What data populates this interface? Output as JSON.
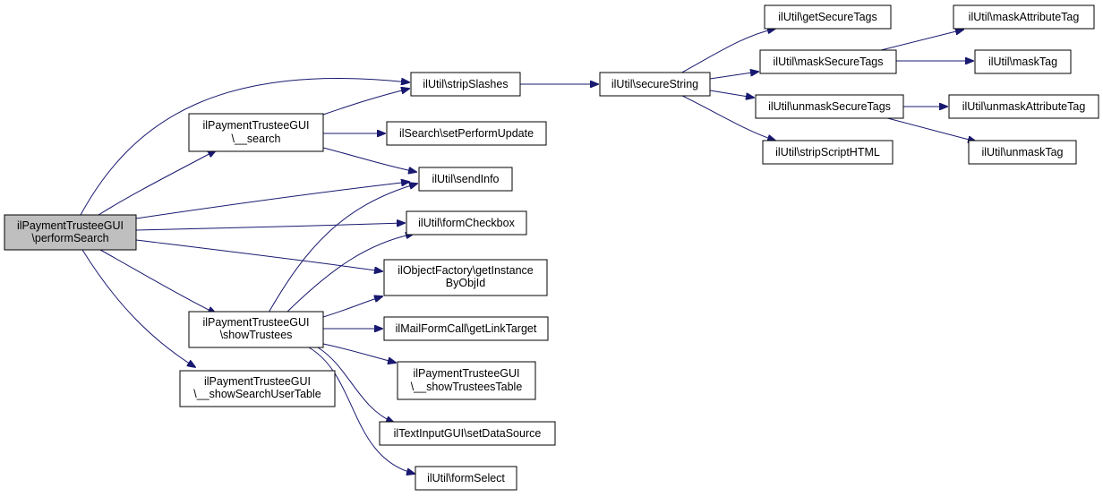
{
  "colors": {
    "edge": "#191970",
    "root_fill": "#bfbfbf",
    "node_fill": "#ffffff",
    "border": "#000000"
  },
  "nodes": {
    "performSearch": [
      "ilPaymentTrusteeGUI",
      "\\performSearch"
    ],
    "search": [
      "ilPaymentTrusteeGUI",
      "\\__search"
    ],
    "showTrustees": [
      "ilPaymentTrusteeGUI",
      "\\showTrustees"
    ],
    "showSearchUserTable": [
      "ilPaymentTrusteeGUI",
      "\\__showSearchUserTable"
    ],
    "stripSlashes": [
      "ilUtil\\stripSlashes"
    ],
    "setPerformUpdate": [
      "ilSearch\\setPerformUpdate"
    ],
    "sendInfo": [
      "ilUtil\\sendInfo"
    ],
    "formCheckbox": [
      "ilUtil\\formCheckbox"
    ],
    "getInstanceByObjId": [
      "ilObjectFactory\\getInstance",
      "ByObjId"
    ],
    "getLinkTarget": [
      "ilMailFormCall\\getLinkTarget"
    ],
    "showTrusteesTable": [
      "ilPaymentTrusteeGUI",
      "\\__showTrusteesTable"
    ],
    "setDataSource": [
      "ilTextInputGUI\\setDataSource"
    ],
    "formSelect": [
      "ilUtil\\formSelect"
    ],
    "secureString": [
      "ilUtil\\secureString"
    ],
    "getSecureTags": [
      "ilUtil\\getSecureTags"
    ],
    "maskSecureTags": [
      "ilUtil\\maskSecureTags"
    ],
    "unmaskSecureTags": [
      "ilUtil\\unmaskSecureTags"
    ],
    "stripScriptHTML": [
      "ilUtil\\stripScriptHTML"
    ],
    "maskAttributeTag": [
      "ilUtil\\maskAttributeTag"
    ],
    "maskTag": [
      "ilUtil\\maskTag"
    ],
    "unmaskAttributeTag": [
      "ilUtil\\unmaskAttributeTag"
    ],
    "unmaskTag": [
      "ilUtil\\unmaskTag"
    ]
  }
}
